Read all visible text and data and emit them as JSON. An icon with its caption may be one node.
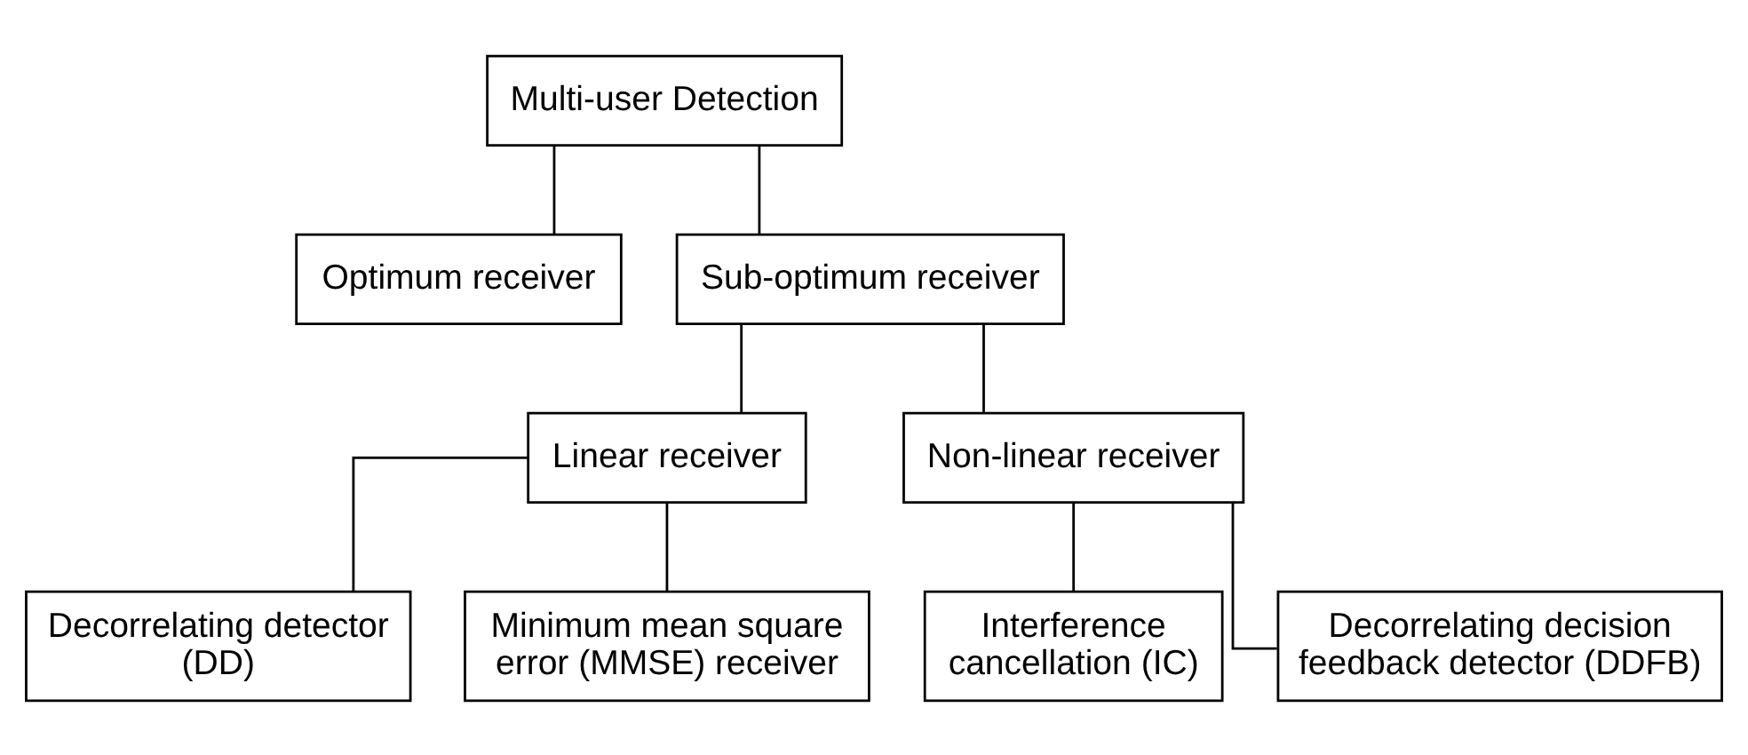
{
  "diagram": {
    "nodes": [
      {
        "text": [
          "Multi-user Detection"
        ]
      },
      {
        "text": [
          "Optimum receiver"
        ]
      },
      {
        "text": [
          "Sub-optimum receiver"
        ]
      },
      {
        "text": [
          "Linear receiver"
        ]
      },
      {
        "text": [
          "Non-linear receiver"
        ]
      },
      {
        "text": [
          "Decorrelating detector (DD)"
        ]
      },
      {
        "text": [
          "Minimum mean square error (MMSE) receiver"
        ]
      },
      {
        "text": [
          "Interference cancellation (IC)"
        ]
      },
      {
        "text": [
          "Decorrelating decision feedback detector (DDFB)"
        ]
      }
    ],
    "edges": [
      {
        "from": 0,
        "to": 1,
        "arrow": "none"
      },
      {
        "from": 0,
        "to": 2,
        "arrow": "none"
      },
      {
        "from": 2,
        "to": 3,
        "arrow": "none"
      },
      {
        "from": 2,
        "to": 4,
        "arrow": "none"
      },
      {
        "from": 3,
        "to": 5,
        "arrow": "none"
      },
      {
        "from": 3,
        "to": 6,
        "arrow": "none"
      },
      {
        "from": 4,
        "to": 7,
        "arrow": "none"
      },
      {
        "from": 4,
        "to": 8,
        "arrow": "none"
      }
    ]
  }
}
